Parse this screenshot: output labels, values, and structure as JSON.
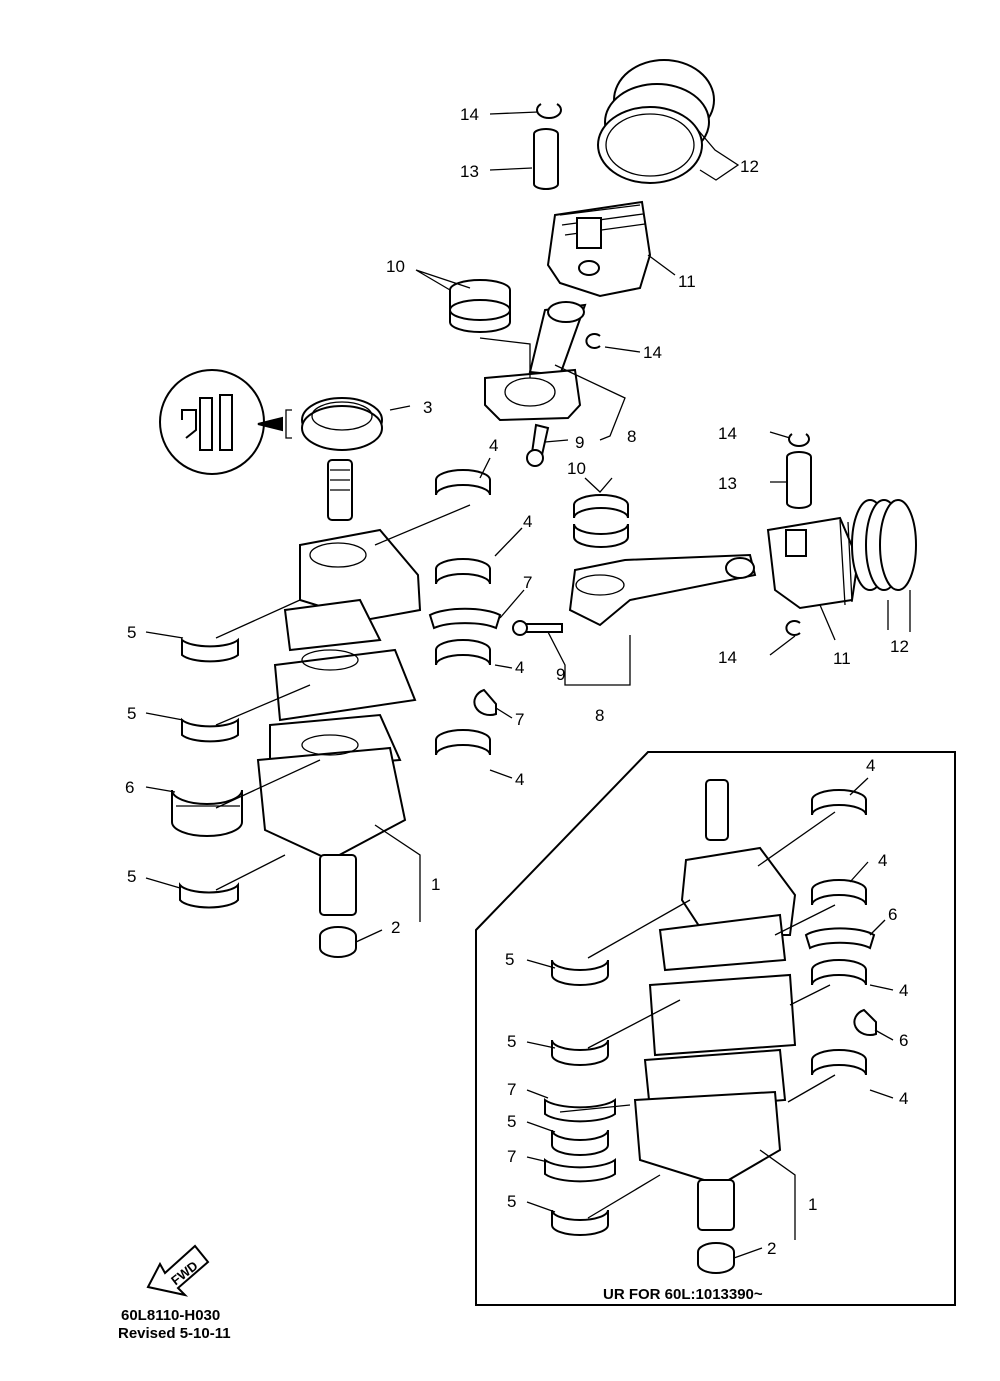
{
  "callouts": {
    "main": {
      "c14a": "14",
      "c13a": "13",
      "c12a": "12",
      "c11a": "11",
      "c14b": "14",
      "c10a": "10",
      "c3": "3",
      "c8a": "8",
      "c9a": "9",
      "c14c": "14",
      "c13b": "13",
      "c10b": "10",
      "c4a": "4",
      "c4b": "4",
      "c7a": "7",
      "c4c": "4",
      "c7b": "7",
      "c4d": "4",
      "c9b": "9",
      "c8b": "8",
      "c11b": "11",
      "c12b": "12",
      "c14d": "14",
      "c5a": "5",
      "c5b": "5",
      "c6": "6",
      "c5c": "5",
      "c1": "1",
      "c2": "2"
    },
    "inset": {
      "c4a": "4",
      "c4b": "4",
      "c6a": "6",
      "c4c": "4",
      "c6b": "6",
      "c4d": "4",
      "c5a": "5",
      "c5b": "5",
      "c7a": "7",
      "c5c": "5",
      "c7b": "7",
      "c5d": "5",
      "c1": "1",
      "c2": "2"
    }
  },
  "inset_caption": "UR FOR 60L:1013390~",
  "fwd_label": "FWD",
  "footer": {
    "code": "60L8110-H030",
    "revised": "Revised 5-10-11"
  }
}
